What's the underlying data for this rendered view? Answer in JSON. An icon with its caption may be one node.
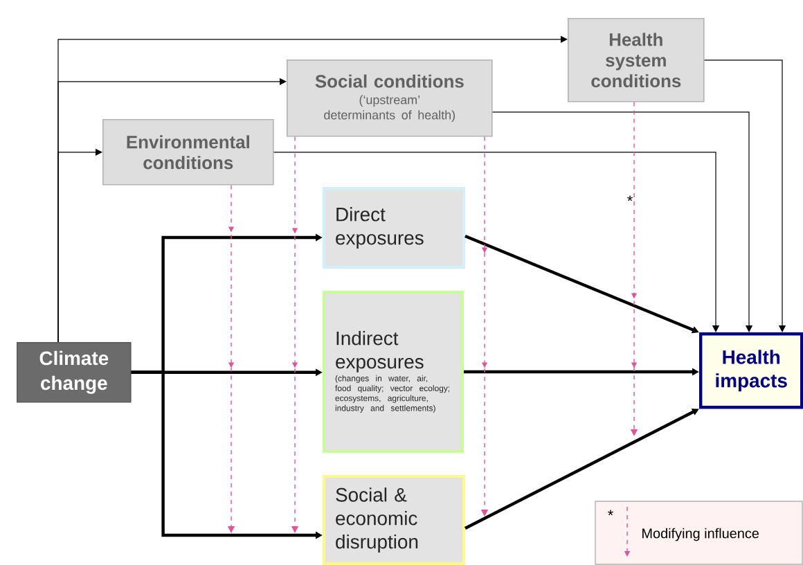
{
  "diagram": {
    "nodes": [
      {
        "text": [
          "Health system conditions"
        ]
      },
      {
        "text": [
          "Social conditions",
          "(‘upstream’ determinants of health)"
        ]
      },
      {
        "text": [
          "Environmental conditions"
        ]
      },
      {
        "text": [
          "Climate change"
        ]
      },
      {
        "text": [
          "Direct exposures"
        ]
      },
      {
        "text": [
          "Indirect exposures",
          "(changes in water, air, food quality; vector ecology; ecosystems, agriculture, industry and settlements)"
        ]
      },
      {
        "text": [
          "Social & economic disruption"
        ]
      },
      {
        "text": [
          "Health impacts"
        ]
      }
    ],
    "edges": [
      {
        "from": 3,
        "to": 0,
        "arrow": "to"
      },
      {
        "from": 3,
        "to": 1,
        "arrow": "to"
      },
      {
        "from": 3,
        "to": 2,
        "arrow": "to"
      },
      {
        "from": 3,
        "to": 4,
        "arrow": "to",
        "style": "thick"
      },
      {
        "from": 3,
        "to": 5,
        "arrow": "to",
        "style": "thick"
      },
      {
        "from": 3,
        "to": 6,
        "arrow": "to",
        "style": "thick"
      },
      {
        "from": 4,
        "to": 7,
        "arrow": "to",
        "style": "thick"
      },
      {
        "from": 5,
        "to": 7,
        "arrow": "to",
        "style": "thick"
      },
      {
        "from": 6,
        "to": 7,
        "arrow": "to",
        "style": "thick"
      },
      {
        "from": 0,
        "to": 7,
        "arrow": "to"
      },
      {
        "from": 1,
        "to": 7,
        "arrow": "to"
      },
      {
        "from": 2,
        "to": 7,
        "arrow": "to"
      },
      {
        "from": 2,
        "to": null,
        "arrow": "to",
        "style": "dashed",
        "color": "#e0559a"
      },
      {
        "from": 1,
        "to": null,
        "arrow": "to",
        "style": "dashed",
        "color": "#e0559a"
      },
      {
        "from": 1,
        "to": null,
        "arrow": "to",
        "style": "dashed",
        "color": "#e0559a"
      },
      {
        "from": 0,
        "to": null,
        "arrow": "to",
        "style": "dashed",
        "color": "#e0559a"
      }
    ],
    "labels": [
      "*",
      "*"
    ],
    "legend": [
      {
        "text": "Modifying influence"
      }
    ]
  }
}
